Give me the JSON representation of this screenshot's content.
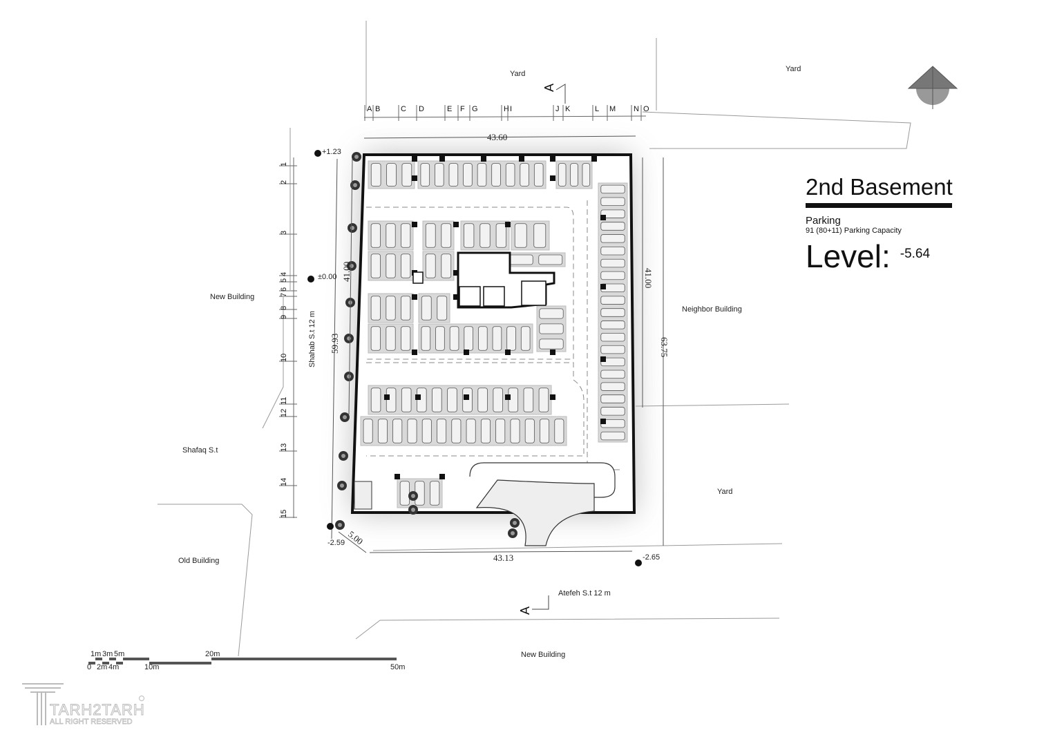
{
  "title_block": {
    "title": "2nd Basement",
    "subtitle": "Parking",
    "capacity": "91 (80+11) Parking Capacity",
    "level_label": "Level:",
    "level_value": "-5.64"
  },
  "context_labels": {
    "yard_top_left": "Yard",
    "yard_top_right": "Yard",
    "yard_right": "Yard",
    "new_building_left": "New Building",
    "neighbor_building": "Neighbor Building",
    "shafaq_street": "Shafaq S.t",
    "old_building": "Old Building",
    "new_building_bottom": "New Building",
    "shahab_street": "Shahab S.t 12 m",
    "atefeh_street": "Atefeh S.t 12 m"
  },
  "section_marks": {
    "top": "A",
    "bottom": "A"
  },
  "dimensions": {
    "top": "43.60",
    "bottom": "43.13",
    "left_inner": "41.00",
    "left_outer": "59.93",
    "right_inner": "41.00",
    "right_outer": "63.75",
    "corner": "5.00"
  },
  "elevations": {
    "top_left": "+1.23",
    "mid_left": "±0.00",
    "bottom_left": "-2.59",
    "bottom_right": "-2.65"
  },
  "grid_columns": [
    "A",
    "B",
    "C",
    "D",
    "E",
    "F",
    "G",
    "H",
    "I",
    "J",
    "K",
    "L",
    "M",
    "N",
    "O"
  ],
  "grid_rows": [
    "1",
    "2",
    "3",
    "4",
    "5",
    "6",
    "7",
    "8",
    "9",
    "10",
    "11",
    "12",
    "13",
    "14",
    "15"
  ],
  "scale_bar": {
    "top_labels": [
      "1m",
      "3m",
      "5m",
      "20m"
    ],
    "bottom_labels": [
      "0",
      "2m",
      "4m",
      "10m",
      "50m"
    ]
  },
  "logo": {
    "name": "TARH2TARH",
    "tagline": "ALL RIGHT RESERVED"
  },
  "colors": {
    "parking_fill": "#d9d9d9",
    "line": "#111111",
    "shadow": "#bbbbbb"
  }
}
